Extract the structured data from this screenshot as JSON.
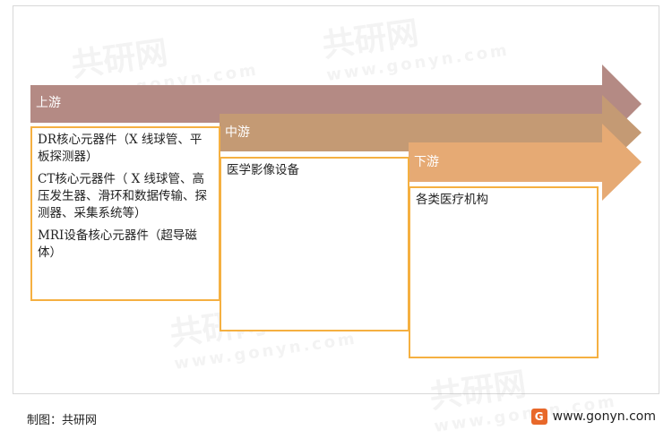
{
  "stages": [
    {
      "label": "上游",
      "color": "#b48a84"
    },
    {
      "label": "中游",
      "color": "#c49a74"
    },
    {
      "label": "下游",
      "color": "#e6aa74"
    }
  ],
  "upstream": {
    "items": [
      "DR核心元器件（X 线球管、平板探测器）",
      "CT核心元器件（ X 线球管、高压发生器、滑环和数据传输、探测器、采集系统等）",
      "MRI设备核心元器件（超导磁体）"
    ]
  },
  "midstream": {
    "items": [
      "医学影像设备"
    ]
  },
  "downstream": {
    "items": [
      "各类医疗机构"
    ]
  },
  "footer": {
    "source": "制图：共研网",
    "website": "www.gonyn.com",
    "logo_glyph": "G"
  },
  "watermark": {
    "brand": "共研网",
    "url": "www.gonyn.com"
  },
  "box_border_color": "#f5b041"
}
